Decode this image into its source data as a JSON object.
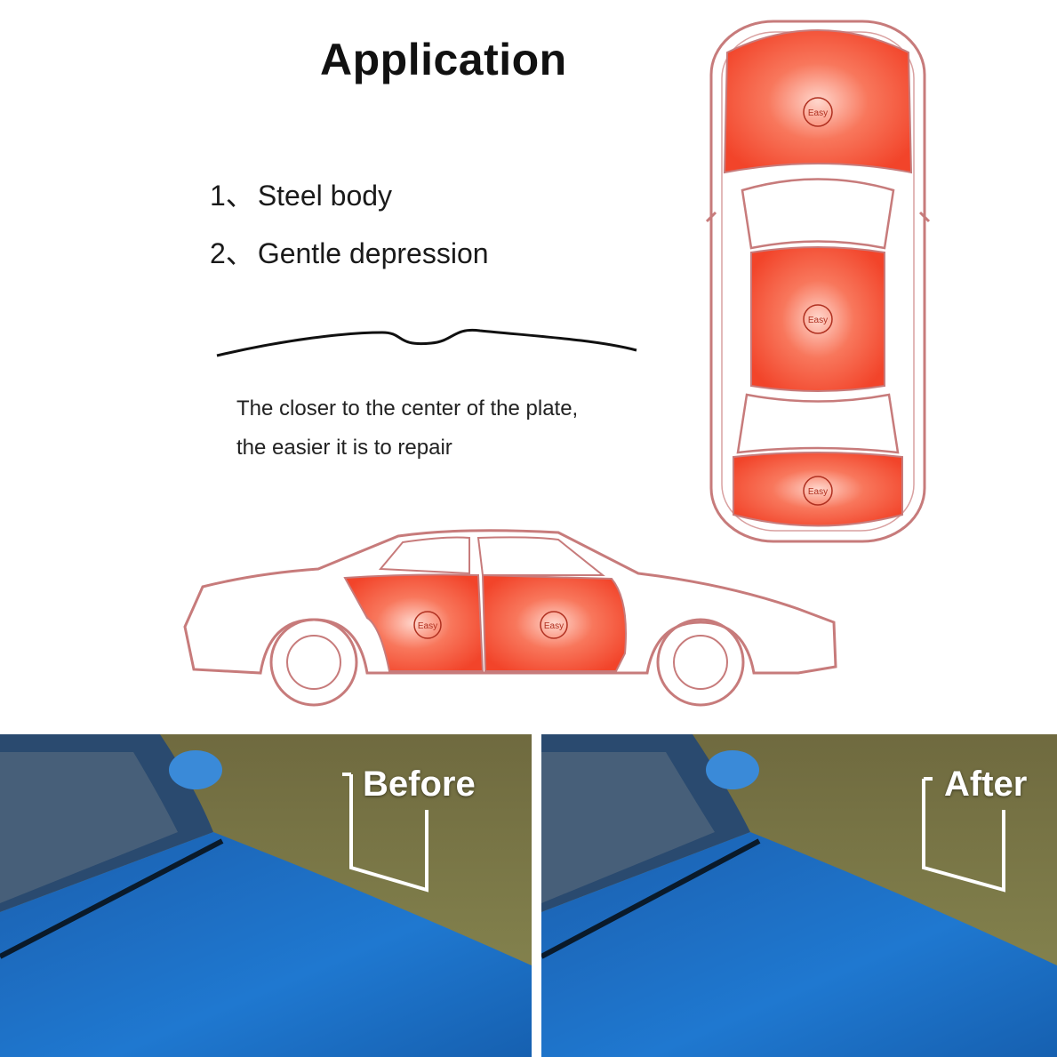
{
  "title": "Application",
  "items": [
    {
      "num": "1、",
      "label": "Steel body"
    },
    {
      "num": "2、",
      "label": "Gentle depression"
    }
  ],
  "note_lines": [
    "The closer to the center of the plate,",
    "the easier it is to repair"
  ],
  "badge_text": "Easy",
  "before_label": "Before",
  "after_label": "After",
  "colors": {
    "panel_red": "#f2442a",
    "outline": "#c77b7b",
    "car_blue": "#1a6fc4",
    "grass": "#7a7a45"
  }
}
